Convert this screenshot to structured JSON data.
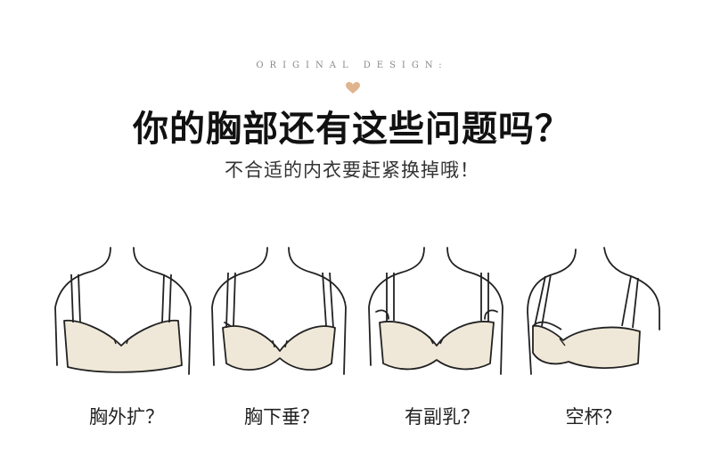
{
  "header": {
    "eyebrow": "ORIGINAL DESIGN:",
    "title": "你的胸部还有这些问题吗？",
    "subtitle": "不合适的内衣要赶紧换掉哦！"
  },
  "issues": [
    {
      "label": "胸外扩？"
    },
    {
      "label": "胸下垂？"
    },
    {
      "label": "有副乳？"
    },
    {
      "label": "空杯？"
    }
  ],
  "colors": {
    "bra_fill": "#efe8d8",
    "outline": "#222222",
    "heart": "#e0b48c"
  }
}
